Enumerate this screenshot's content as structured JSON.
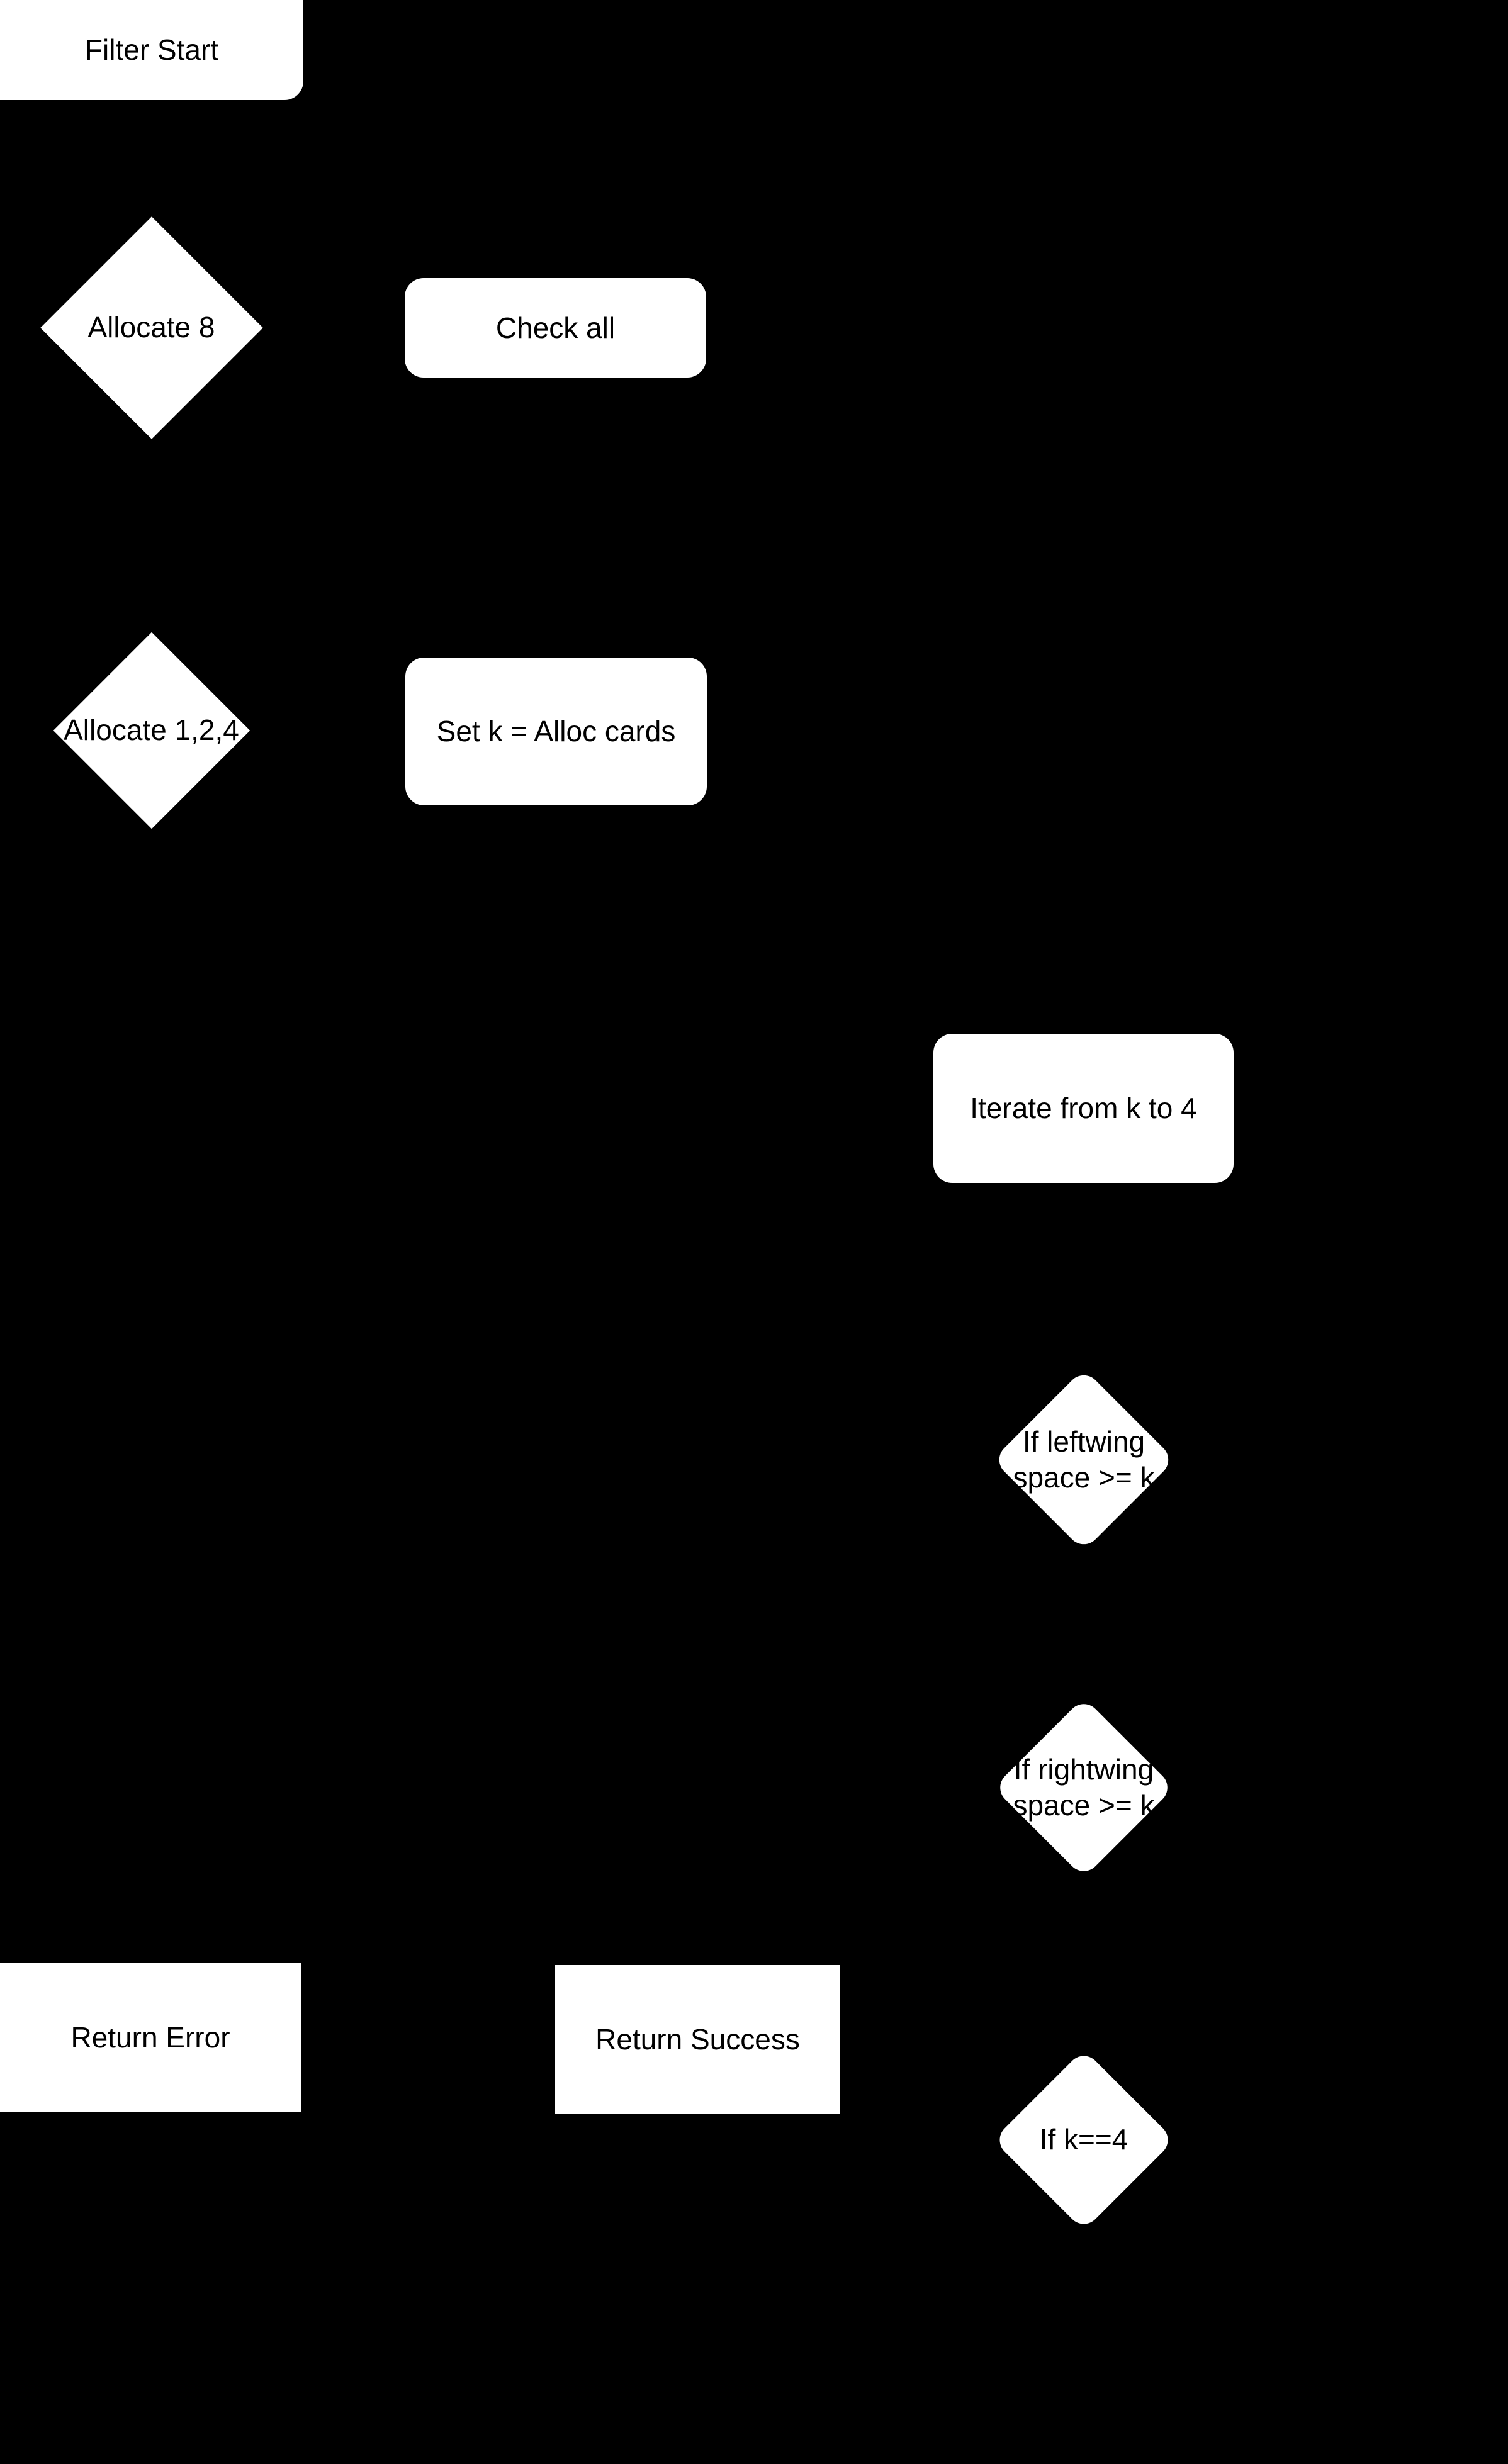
{
  "diagram": {
    "type": "flowchart",
    "background_color": "#000000",
    "node_fill_color": "#ffffff",
    "text_color": "#000000",
    "nodes": [
      {
        "id": "filter-start",
        "label": "Filter Start",
        "shape": "rounded-rectangle"
      },
      {
        "id": "allocate-8",
        "label": "Allocate 8",
        "shape": "diamond"
      },
      {
        "id": "check-all",
        "label": "Check all",
        "shape": "rounded-rectangle"
      },
      {
        "id": "allocate-124",
        "label": "Allocate 1,2,4",
        "shape": "diamond"
      },
      {
        "id": "set-k",
        "label": "Set k = Alloc cards",
        "shape": "rounded-rectangle"
      },
      {
        "id": "iterate-k-4",
        "label": "Iterate from k to 4",
        "shape": "rounded-rectangle"
      },
      {
        "id": "if-leftwing",
        "label_line1": "If leftwing",
        "label_line2": "space >= k",
        "shape": "diamond"
      },
      {
        "id": "if-rightwing",
        "label_line1": "If rightwing",
        "label_line2": "space >= k",
        "shape": "diamond"
      },
      {
        "id": "return-error",
        "label": "Return Error",
        "shape": "rectangle"
      },
      {
        "id": "return-success",
        "label": "Return Success",
        "shape": "rectangle"
      },
      {
        "id": "if-k-eq-4",
        "label": "If k==4",
        "shape": "diamond"
      }
    ]
  }
}
